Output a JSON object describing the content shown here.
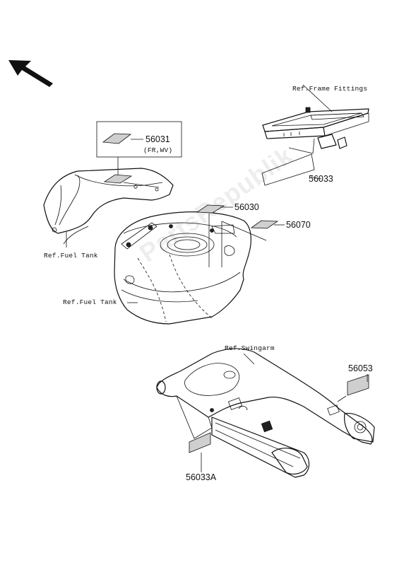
{
  "watermark": "PartsRepublik",
  "references": {
    "frame_fittings": "Ref.Frame Fittings",
    "fuel_tank_top": "Ref.Fuel Tank",
    "fuel_tank_mid": "Ref.Fuel Tank",
    "swingarm": "Ref.Swingarm"
  },
  "parts": {
    "p56031": "56031",
    "p56031_note": "(FR,WV)",
    "p56033": "56033",
    "p56030": "56030",
    "p56070": "56070",
    "p56053": "56053",
    "p56033a": "56033A"
  },
  "icons": {
    "direction": "direction-arrow-icon"
  },
  "colors": {
    "ink": "#111111",
    "label_fill": "#cfcfcf",
    "background": "#ffffff"
  }
}
